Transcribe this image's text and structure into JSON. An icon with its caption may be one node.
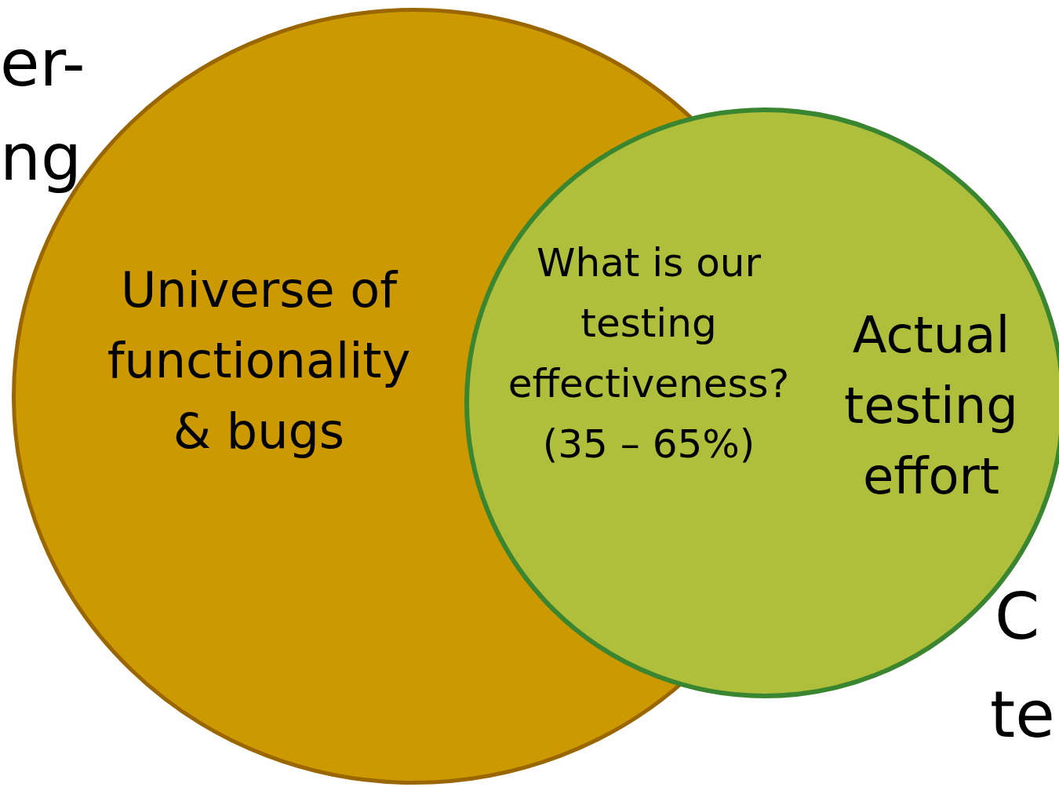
{
  "diagram": {
    "nodes": [
      {
        "text": [
          "Universe of functionality & bugs"
        ]
      },
      {
        "text": [
          "What is our testing effectiveness? (35 – 65%)",
          "Actual testing effort"
        ]
      }
    ],
    "labels": [
      "er-",
      "ng",
      "C",
      "te"
    ]
  }
}
